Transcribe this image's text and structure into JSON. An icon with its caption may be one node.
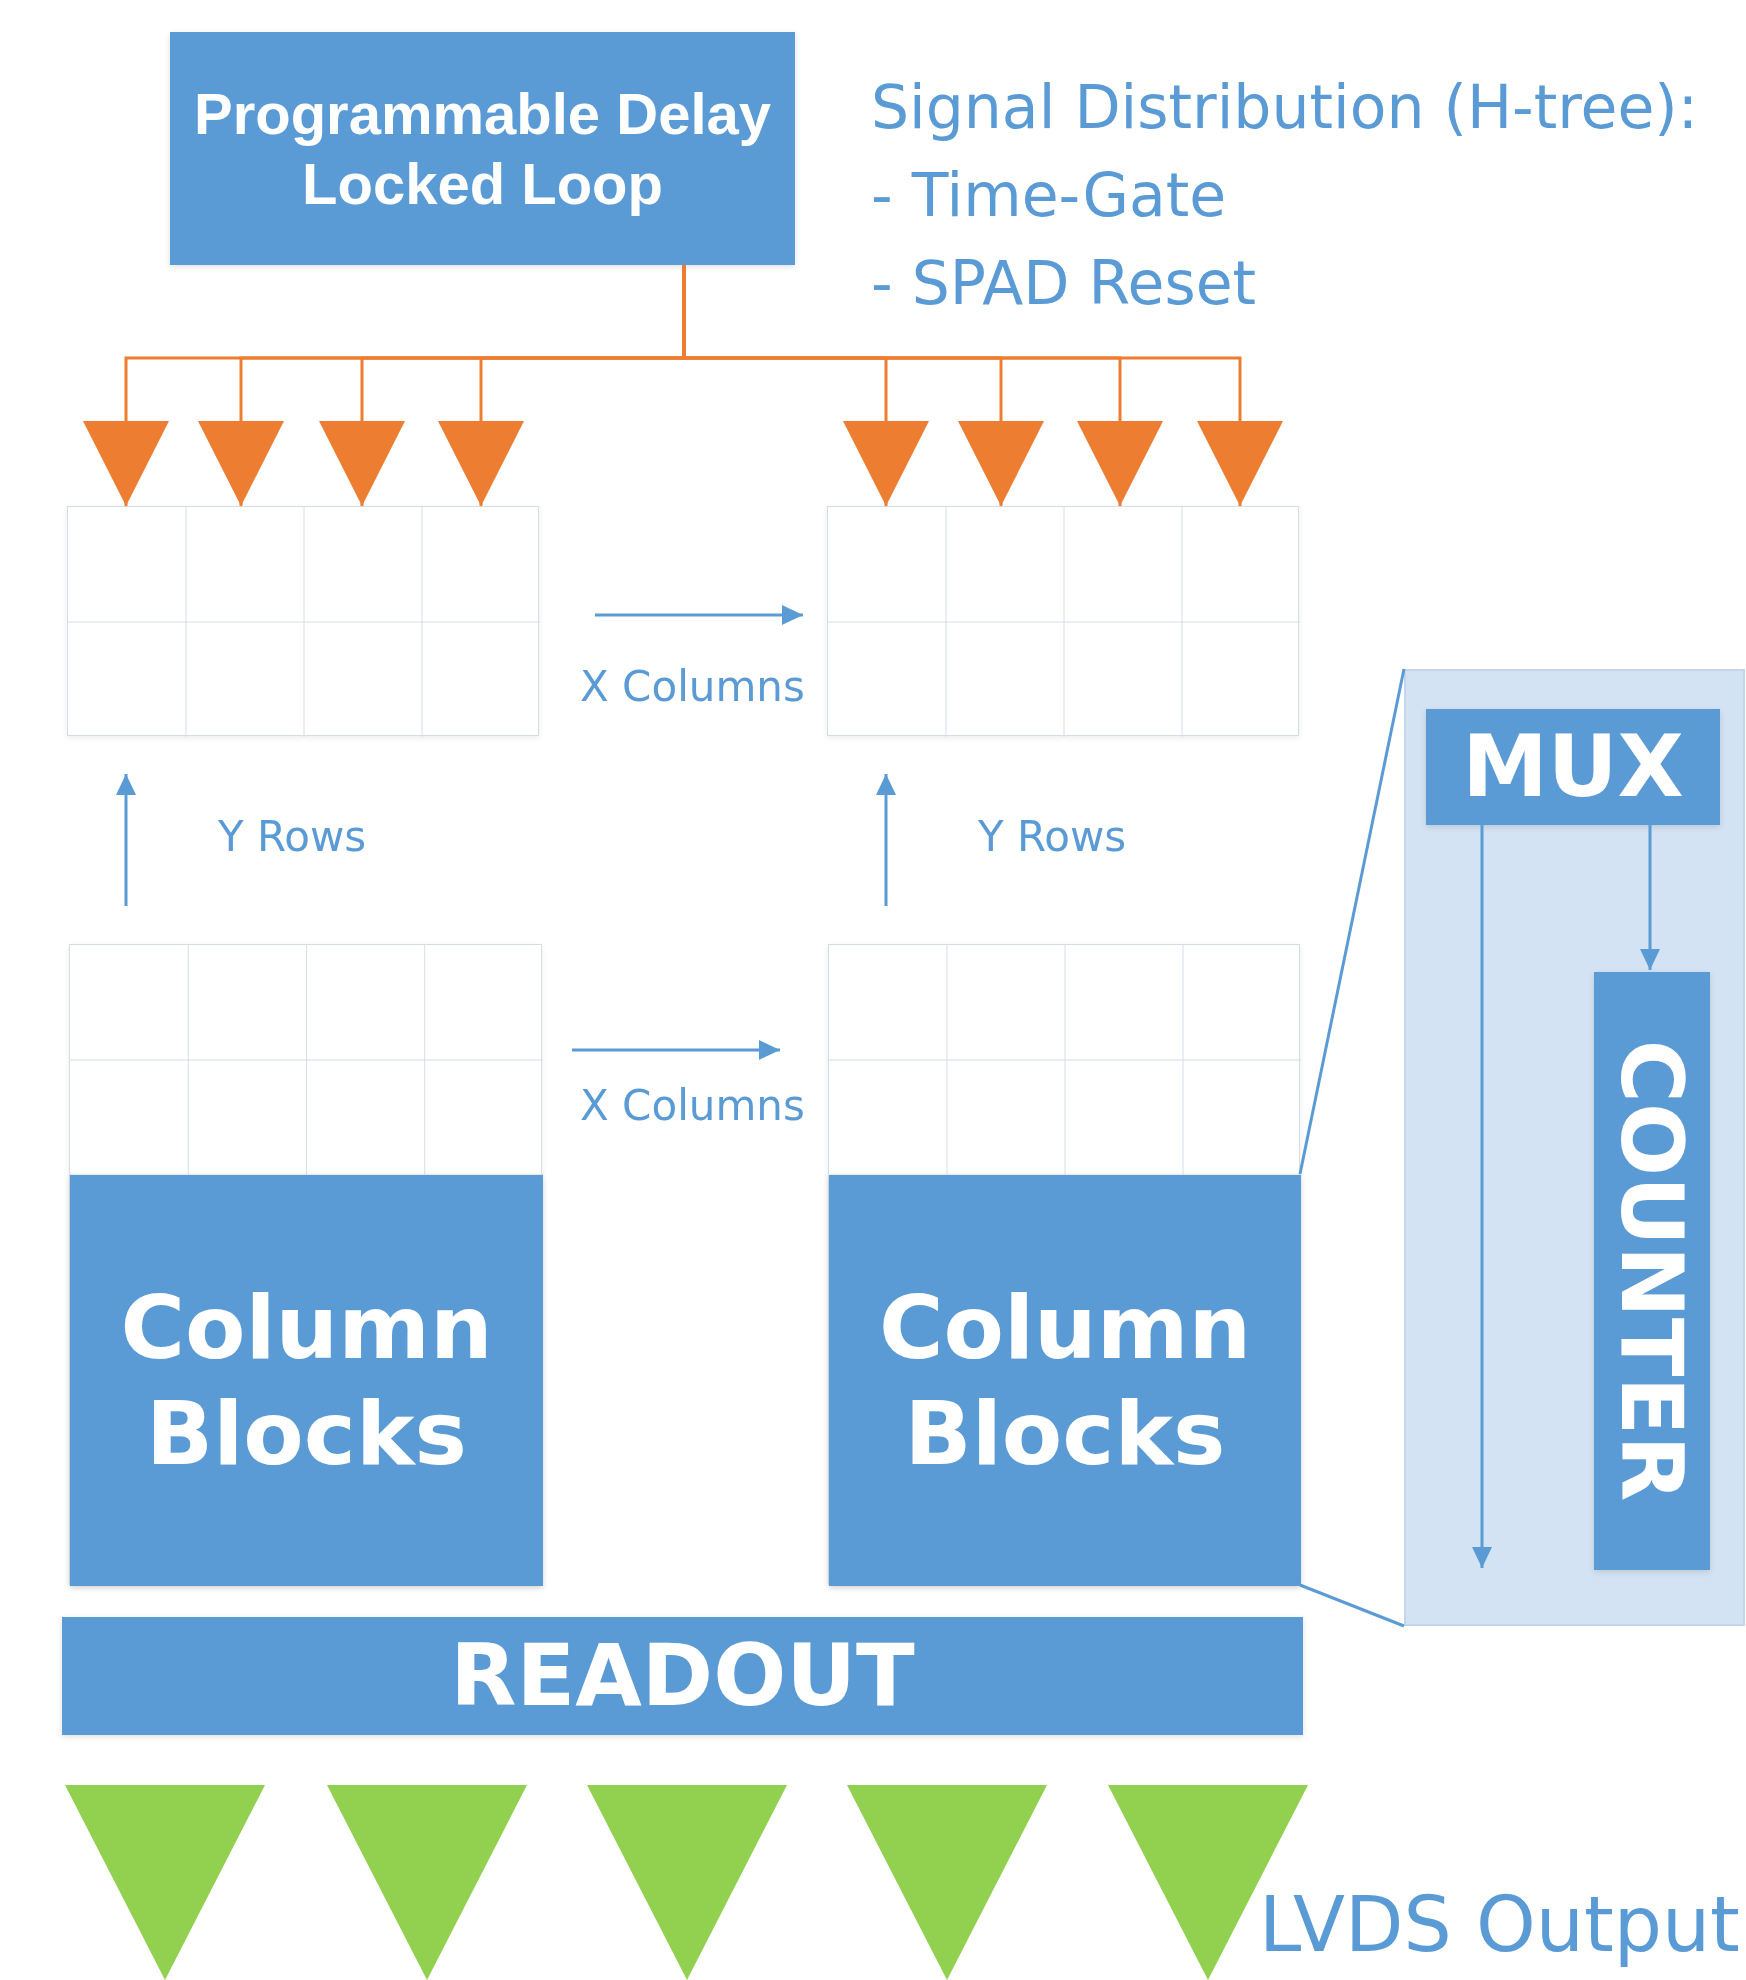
{
  "diagram": {
    "nodes": [
      {
        "text": [
          "Programmable Delay Locked Loop"
        ]
      },
      {
        "text": [],
        "shape": "grid"
      },
      {
        "text": [],
        "shape": "grid"
      },
      {
        "text": [],
        "shape": "grid"
      },
      {
        "text": [
          "Column Blocks"
        ],
        "in": 3
      },
      {
        "text": [],
        "shape": "grid"
      },
      {
        "text": [
          "Column Blocks"
        ],
        "in": 5
      },
      {
        "text": [
          "READOUT"
        ]
      },
      {
        "text": [],
        "shape": "box"
      },
      {
        "text": [
          "MUX"
        ],
        "in": 8
      },
      {
        "text": [
          "COUNTER"
        ],
        "in": 8
      },
      {
        "text": [],
        "shape": "triangle"
      },
      {
        "text": [],
        "shape": "triangle"
      },
      {
        "text": [],
        "shape": "triangle"
      },
      {
        "text": [],
        "shape": "triangle"
      },
      {
        "text": [],
        "shape": "triangle"
      }
    ],
    "edges": [
      {
        "from": 0,
        "to": 1,
        "arrow": "to"
      },
      {
        "from": 0,
        "to": 1,
        "arrow": "to"
      },
      {
        "from": 0,
        "to": 1,
        "arrow": "to"
      },
      {
        "from": 0,
        "to": 1,
        "arrow": "to"
      },
      {
        "from": 0,
        "to": 2,
        "arrow": "to"
      },
      {
        "from": 0,
        "to": 2,
        "arrow": "to"
      },
      {
        "from": 0,
        "to": 2,
        "arrow": "to"
      },
      {
        "from": 0,
        "to": 2,
        "arrow": "to"
      },
      {
        "from": 9,
        "to": 10,
        "arrow": "to",
        "color": "#5b9bd5"
      },
      {
        "from": 9,
        "to": null,
        "arrow": "to",
        "color": "#5b9bd5"
      },
      {
        "from": 6,
        "to": 8,
        "arrow": "none",
        "color": "#5b9bd5"
      },
      {
        "from": 6,
        "to": 8,
        "arrow": "none",
        "color": "#5b9bd5"
      }
    ],
    "labels": [
      "Signal Distribution (H-tree):",
      "- Time-Gate",
      "- SPAD Reset",
      "X Columns",
      "Y Rows",
      "Y Rows",
      "X Columns",
      "LVDS Output"
    ]
  }
}
